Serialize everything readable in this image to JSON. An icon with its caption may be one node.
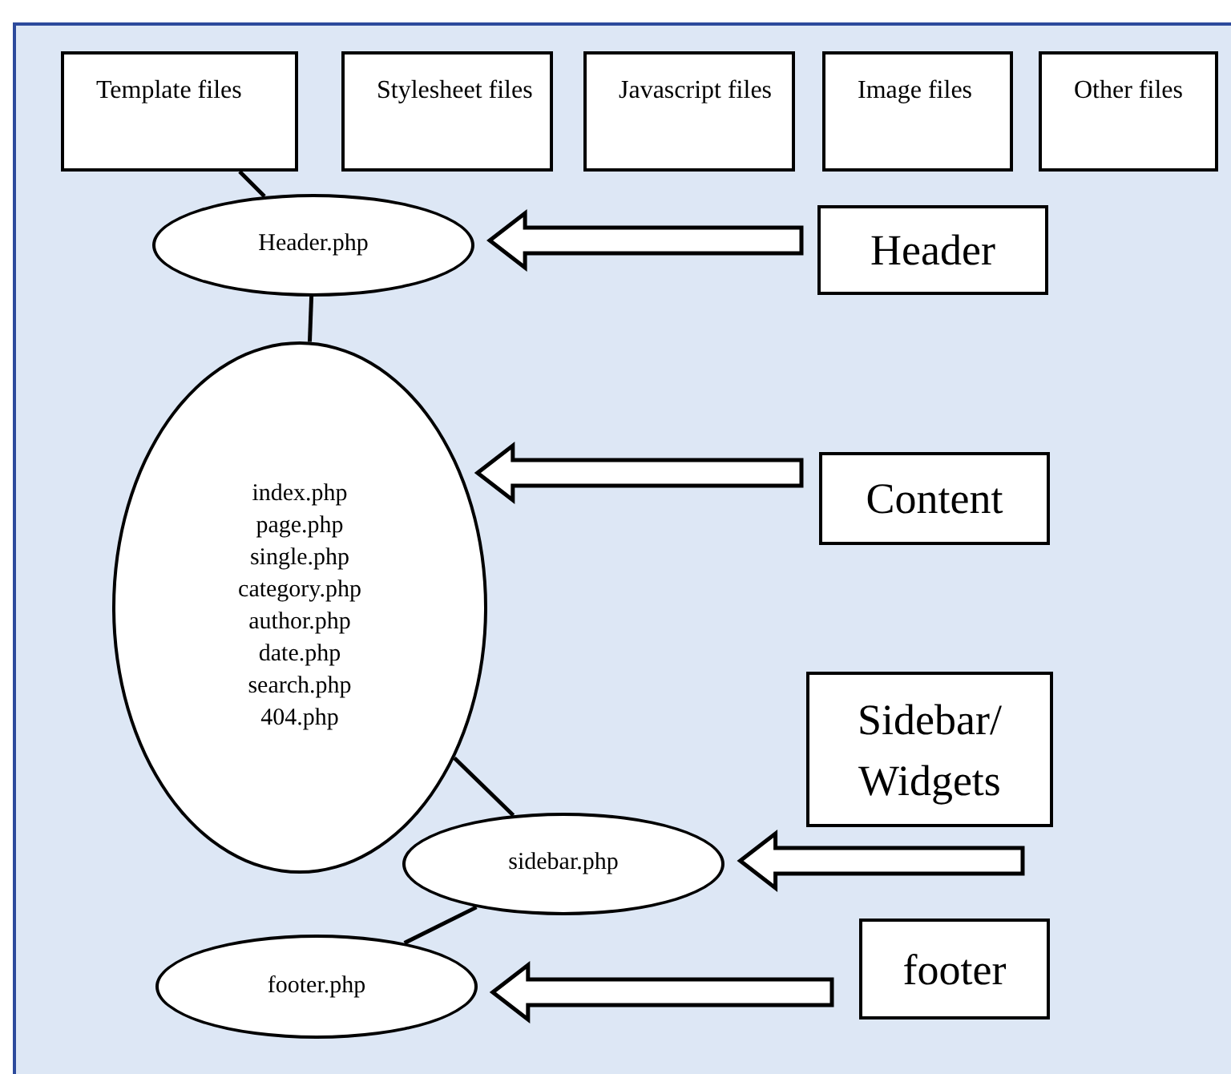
{
  "diagram": {
    "nodes": [
      {
        "text": [
          "Template files"
        ]
      },
      {
        "text": [
          "Stylesheet files"
        ]
      },
      {
        "text": [
          "Javascript files"
        ]
      },
      {
        "text": [
          "Image files"
        ]
      },
      {
        "text": [
          "Other files"
        ]
      },
      {
        "text": [
          "Header.php"
        ]
      },
      {
        "text": [
          "Header"
        ]
      },
      {
        "text": [
          "index.php",
          "page.php",
          "single.php",
          "category.php",
          "author.php",
          "date.php",
          "search.php",
          "404.php"
        ]
      },
      {
        "text": [
          "Content"
        ]
      },
      {
        "text": [
          "Sidebar/ Widgets"
        ]
      },
      {
        "text": [
          "sidebar.php"
        ]
      },
      {
        "text": [
          "footer.php"
        ]
      },
      {
        "text": [
          "footer"
        ]
      }
    ],
    "edges": [
      {
        "from": 0,
        "to": 5,
        "arrow": "none"
      },
      {
        "from": 5,
        "to": 7,
        "arrow": "none"
      },
      {
        "from": 7,
        "to": 10,
        "arrow": "none"
      },
      {
        "from": 10,
        "to": 11,
        "arrow": "none"
      },
      {
        "from": 6,
        "to": 5,
        "arrow": "to",
        "style": "thick"
      },
      {
        "from": 8,
        "to": 7,
        "arrow": "to",
        "style": "thick"
      },
      {
        "from": 9,
        "to": 10,
        "arrow": "to",
        "style": "thick"
      },
      {
        "from": 12,
        "to": 11,
        "arrow": "to",
        "style": "thick"
      }
    ]
  }
}
